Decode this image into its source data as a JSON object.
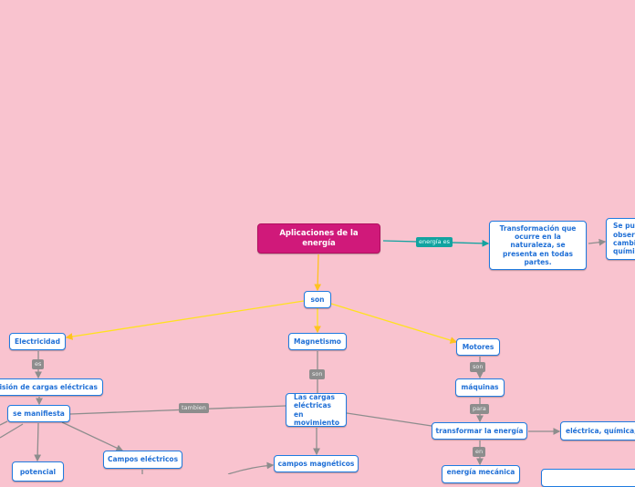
{
  "main": "Aplicaciones de la energía",
  "labels": {
    "energia_es": "energía es",
    "es": "es",
    "tambien": "tambien",
    "son1": "son",
    "son2": "son",
    "para": "para",
    "en": "en"
  },
  "nodes": {
    "transformacion": "Transformación que ocurre en la naturaleza, se presenta en todas partes.",
    "se_puede": "Se puede observar cambios químicos",
    "son": "son",
    "electricidad": "Electricidad",
    "magnetismo": "Magnetismo",
    "motores": "Motores",
    "emision": "Emisión de cargas eléctricas",
    "se_manifiesta": "se manifiesta",
    "cargas": "Las cargas eléctricas en movimiento",
    "maquinas": "máquinas",
    "transformar": "transformar la energía",
    "electrica": "eléctrica, química,",
    "mecanica": "energía mecánica",
    "campos_magneticos": "campos magnéticos",
    "campos_electricos": "Campos eléctricos",
    "potencial": "potencial"
  },
  "colors": {
    "background": "#f9c3cf",
    "main": "#d0197a",
    "border": "#1f7be0",
    "yellow": "#ffd21f",
    "teal": "#12a3a0",
    "gray": "#8d8d8d"
  }
}
